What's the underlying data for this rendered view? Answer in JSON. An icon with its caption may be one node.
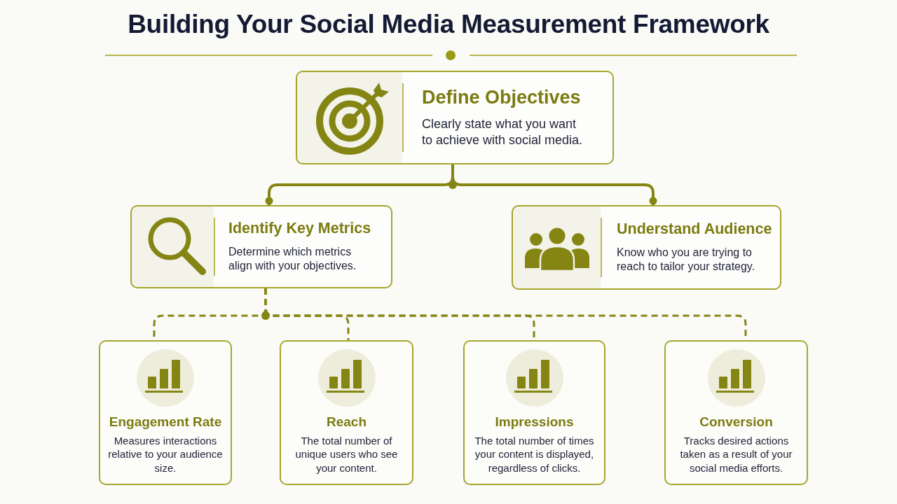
{
  "diagram": {
    "title": "Building Your Social Media Measurement Framework",
    "nodes": [
      {
        "text": [
          "Define Objectives",
          "Clearly state what you want to achieve with social media."
        ]
      },
      {
        "text": [
          "Identify Key Metrics",
          "Determine which metrics align with your objectives."
        ]
      },
      {
        "text": [
          "Understand Audience",
          "Know who you are trying to reach to tailor your strategy."
        ]
      },
      {
        "text": [
          "Engagement Rate",
          "Measures interactions relative to your audience size."
        ]
      },
      {
        "text": [
          "Reach",
          "The total number of unique users who see your content."
        ]
      },
      {
        "text": [
          "Impressions",
          "The total number of times your content is displayed, regardless of clicks."
        ]
      },
      {
        "text": [
          "Conversion",
          "Tracks desired actions taken as a result of your social media efforts."
        ]
      }
    ],
    "edges": [
      {
        "from": 0,
        "to": 1,
        "arrow": "other"
      },
      {
        "from": 0,
        "to": 2,
        "arrow": "other"
      },
      {
        "from": 1,
        "to": 3,
        "arrow": "none",
        "style": "dashed"
      },
      {
        "from": 1,
        "to": 4,
        "arrow": "none",
        "style": "dashed"
      },
      {
        "from": 1,
        "to": 5,
        "arrow": "none",
        "style": "dashed"
      },
      {
        "from": 1,
        "to": 6,
        "arrow": "none",
        "style": "dashed"
      }
    ]
  }
}
